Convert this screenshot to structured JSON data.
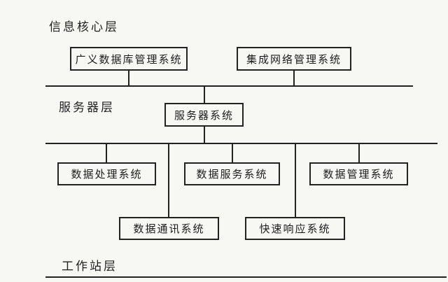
{
  "diagram": {
    "title": "layered-system-architecture",
    "colors": {
      "ink": "#222222",
      "paper": "#f7f7f4"
    },
    "layers": {
      "info_core": {
        "label": "信息核心层"
      },
      "server": {
        "label": "服务器层"
      },
      "workstation": {
        "label": "工作站层"
      }
    },
    "nodes": {
      "gdbms": {
        "label": "广义数据库管理系统",
        "layer": "信息核心层"
      },
      "inms": {
        "label": "集成网络管理系统",
        "layer": "信息核心层"
      },
      "server_system": {
        "label": "服务器系统",
        "layer": "服务器层"
      },
      "data_processing": {
        "label": "数据处理系统",
        "layer": "服务器层"
      },
      "data_service": {
        "label": "数据服务系统",
        "layer": "服务器层"
      },
      "data_management": {
        "label": "数据管理系统",
        "layer": "服务器层"
      },
      "data_comm": {
        "label": "数据通讯系统",
        "layer": "服务器层"
      },
      "quick_response": {
        "label": "快速响应系统",
        "layer": "服务器层"
      }
    }
  }
}
